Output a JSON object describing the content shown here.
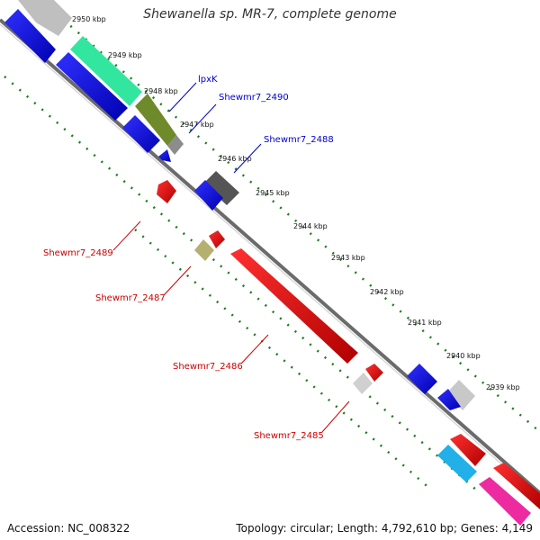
{
  "title": "Shewanella sp. MR-7, complete genome",
  "accession": "Accession: NC_008322",
  "topology": "Topology: circular; Length: 4,792,610 bp; Genes: 4,149",
  "kbp_ticks": [
    "2950 kbp",
    "2949 kbp",
    "2948 kbp",
    "2947 kbp",
    "2946 kbp",
    "2945 kbp",
    "2944 kbp",
    "2943 kbp",
    "2942 kbp",
    "2941 kbp",
    "2940 kbp",
    "2939 kbp"
  ],
  "genes_forward": [
    {
      "name": "lpxK",
      "color": "#0000cc"
    },
    {
      "name": "Shewmr7_2490",
      "color": "#0000cc"
    },
    {
      "name": "Shewmr7_2488",
      "color": "#0000cc"
    }
  ],
  "genes_reverse": [
    {
      "name": "Shewmr7_2489",
      "color": "#cc0000"
    },
    {
      "name": "Shewmr7_2487",
      "color": "#cc0000"
    },
    {
      "name": "Shewmr7_2486",
      "color": "#cc0000"
    },
    {
      "name": "Shewmr7_2485",
      "color": "#cc0000"
    }
  ],
  "colors": {
    "forward_gene": "#1515e0",
    "reverse_gene": "#e51010",
    "backbone": "#7f7f7f",
    "tick_mark": "#1f7a1f",
    "label_forward": "#0000cc",
    "label_reverse": "#cc0000"
  }
}
